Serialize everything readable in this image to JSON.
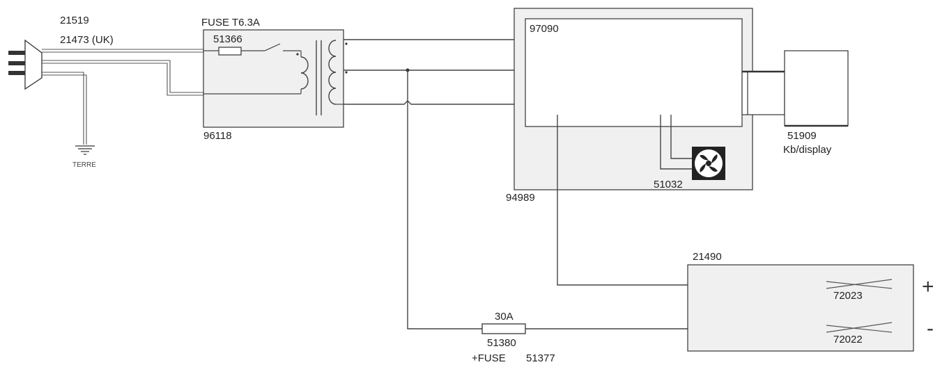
{
  "plug": {
    "code": "21519",
    "code_uk": "21473 (UK)"
  },
  "ground": {
    "label": "TERRE"
  },
  "transformer": {
    "fuse_title": "FUSE  T6.3A",
    "fuse_code": "51366",
    "box_code": "96118"
  },
  "controller": {
    "inner_code": "97090",
    "outer_code": "94989",
    "fan_code": "51032"
  },
  "keyboard_display": {
    "code": "51909",
    "label": "Kb/display"
  },
  "output_box": {
    "code": "21490",
    "pos_code": "72023",
    "neg_code": "72022",
    "plus_sign": "+",
    "minus_sign": "-"
  },
  "main_fuse": {
    "rating": "30A",
    "code": "51380",
    "label": "+FUSE",
    "holder_code": "51377"
  },
  "colors": {
    "box_fill": "#f0f0f0",
    "line": "#444444"
  }
}
